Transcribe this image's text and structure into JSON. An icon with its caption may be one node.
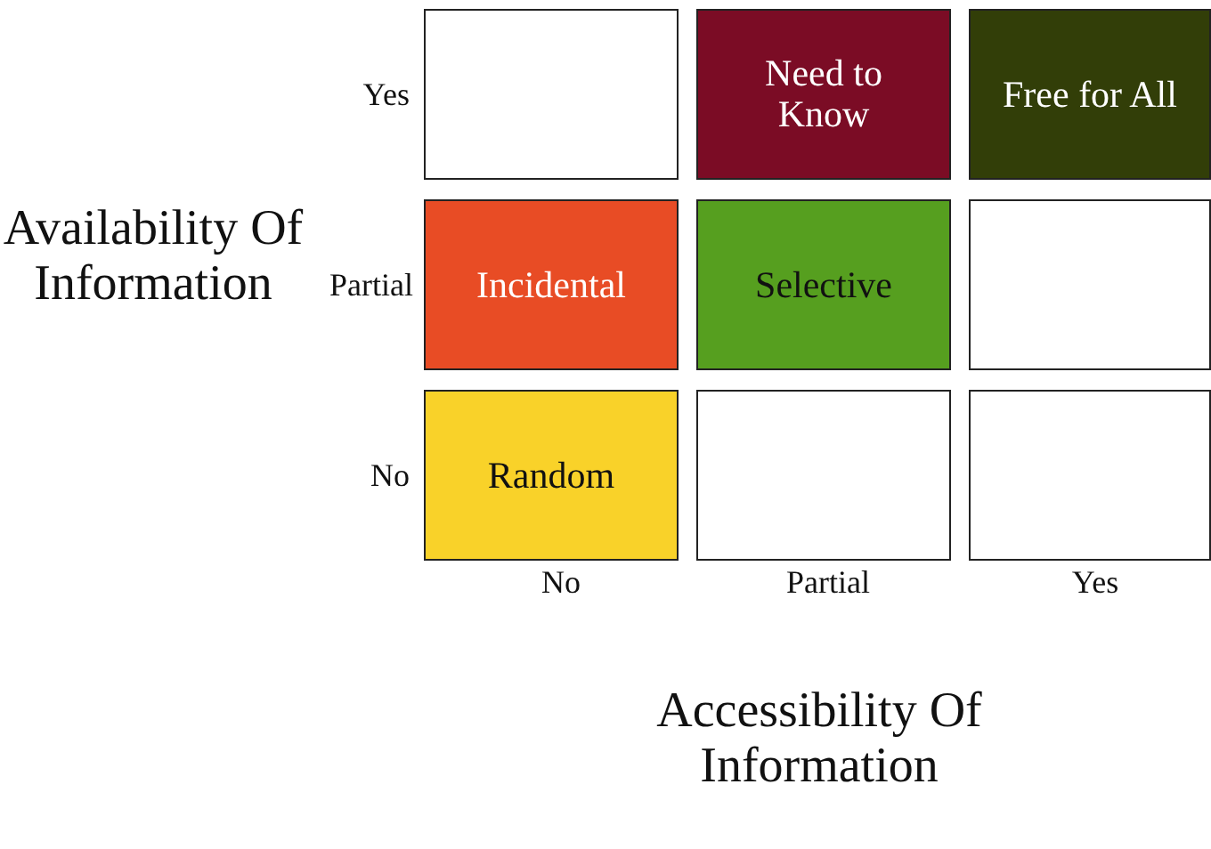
{
  "diagram": {
    "nodes": [
      {
        "text": [],
        "shape": "box"
      },
      {
        "text": [
          "Need to Know"
        ]
      },
      {
        "text": [
          "Free for All"
        ]
      },
      {
        "text": [
          "Incidental"
        ]
      },
      {
        "text": [
          "Selective"
        ]
      },
      {
        "text": [],
        "shape": "box"
      },
      {
        "text": [
          "Random"
        ]
      },
      {
        "text": [],
        "shape": "box"
      },
      {
        "text": [],
        "shape": "box"
      }
    ],
    "labels": [
      "Yes",
      "Availability Of Information",
      "Partial",
      "No",
      "No",
      "Partial",
      "Yes",
      "Accessibility Of Information"
    ]
  }
}
